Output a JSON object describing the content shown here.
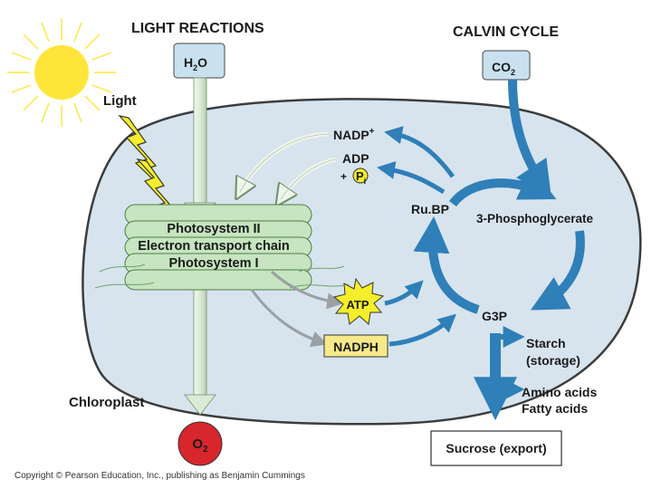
{
  "headings": {
    "light_reactions": "LIGHT REACTIONS",
    "calvin_cycle": "CALVIN CYCLE"
  },
  "inputs": {
    "water": "H",
    "water_sub": "2",
    "water_tail": "O",
    "co2": "CO",
    "co2_sub": "2",
    "light": "Light"
  },
  "outputs": {
    "oxygen": "O",
    "oxygen_sub": "2",
    "atp": "ATP",
    "nadph": "NADPH",
    "sucrose": "Sucrose (export)"
  },
  "thylakoid": {
    "line1": "Photosystem II",
    "line2": "Electron transport chain",
    "line3": "Photosystem I"
  },
  "cycle": {
    "nadp": "NADP",
    "nadp_sup": "+",
    "adp": "ADP",
    "plus": "+",
    "pi": "P",
    "pi_sub": "i",
    "rubp": "Ru.BP",
    "pga": "3-Phosphoglycerate",
    "g3p": "G3P",
    "starch1": "Starch",
    "starch2": "(storage)",
    "amino": "Amino acids",
    "fatty": "Fatty acids"
  },
  "chloroplast_label": "Chloroplast",
  "copyright": "Copyright © Pearson Education, Inc., publishing as Benjamin Cummings",
  "colors": {
    "stroma": "#d7e4ee",
    "water_box": "#c9e0ee",
    "white_arrow": "#dcebd6",
    "thylakoid": "#c6e5c0",
    "calvin_arrow": "#2f7fb8",
    "oxygen": "#d7262c",
    "atp_star": "#f5ee2a",
    "nadph_box": "#f6e98a",
    "sun": "#ffe53a"
  }
}
